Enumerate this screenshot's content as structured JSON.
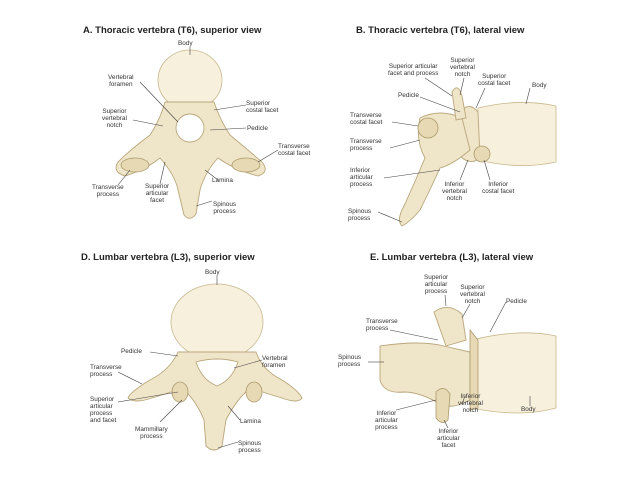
{
  "panels": {
    "a": {
      "title": "A. Thoracic vertebra (T6), superior view",
      "labels": {
        "body": "Body",
        "vertebral_foramen": "Vertebral\nforamen",
        "superior_vertebral_notch": "Superior\nvertebral\nnotch",
        "superior_costal_facet": "Superior\ncostal facet",
        "pedicle": "Pedicle",
        "transverse_costal_facet": "Transverse\ncostal facet",
        "lamina": "Lamina",
        "transverse_process": "Transverse\nprocess",
        "superior_articular_facet": "Superior\narticular\nfacet",
        "spinous_process": "Spinous\nprocess"
      }
    },
    "b": {
      "title": "B. Thoracic vertebra (T6), lateral view",
      "labels": {
        "superior_articular_facet_and_process": "Superior articular\nfacet and process",
        "superior_vertebral_notch": "Superior\nvertebral\nnotch",
        "superior_costal_facet": "Superior\ncostal facet",
        "body": "Body",
        "pedicle": "Pedicle",
        "transverse_costal_facet": "Transverse\ncostal facet",
        "transverse_process": "Transverse\nprocess",
        "inferior_articular_process": "Inferior\narticular\nprocess",
        "inferior_vertebral_notch": "Inferior\nvertebral\nnotch",
        "inferior_costal_facet": "Inferior\ncostal facet",
        "spinous_process": "Spinous\nprocess"
      }
    },
    "d": {
      "title": "D. Lumbar vertebra (L3), superior view",
      "labels": {
        "body": "Body",
        "pedicle": "Pedicle",
        "vertebral_foramen": "Vertebral\nforamen",
        "transverse_process": "Transverse\nprocess",
        "superior_articular_process_and_facet": "Superior\narticular\nprocess\nand facet",
        "mammillary_process": "Mammillary\nprocess",
        "lamina": "Lamina",
        "spinous_process": "Spinous\nprocess"
      }
    },
    "e": {
      "title": "E. Lumbar vertebra (L3), lateral view",
      "labels": {
        "superior_articular_process": "Superior\narticular\nprocess",
        "superior_vertebral_notch": "Superior\nvertebral\nnotch",
        "pedicle": "Pedicle",
        "transverse_process": "Transverse\nprocess",
        "spinous_process": "Spinous\nprocess",
        "inferior_vertebral_notch": "Inferior\nvertebral\nnotch",
        "body": "Body",
        "inferior_articular_process": "Inferior\narticular\nprocess",
        "inferior_articular_facet": "Inferior\narticular\nfacet"
      }
    }
  }
}
